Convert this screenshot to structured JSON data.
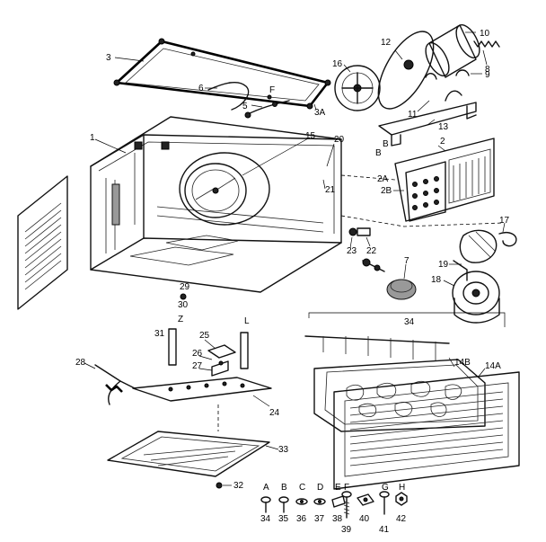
{
  "callouts": {
    "c1": "1",
    "c2": "2",
    "c2a": "2A",
    "c2b": "2B",
    "c3": "3",
    "c3a": "3A",
    "c5": "5",
    "c6": "6",
    "c7": "7",
    "c8": "8",
    "c9": "9",
    "c10": "10",
    "c11": "11",
    "c12": "12",
    "c13": "13",
    "c14a": "14A",
    "c14b": "14B",
    "c15": "15",
    "c16": "16",
    "c17": "17",
    "c18": "18",
    "c19": "19",
    "c20": "20",
    "c21": "21",
    "c22": "22",
    "c23": "23",
    "c24": "24",
    "c25": "25",
    "c26": "26",
    "c27": "27",
    "c28": "28",
    "c29": "29",
    "c30": "30",
    "c31": "31",
    "c32": "32",
    "c33": "33",
    "c34": "34",
    "cB1": "B",
    "cB2": "B",
    "cF": "F",
    "cL": "L",
    "cZ": "Z"
  },
  "hardware": [
    {
      "letter": "A",
      "number": "34"
    },
    {
      "letter": "B",
      "number": "35"
    },
    {
      "letter": "C",
      "number": "36"
    },
    {
      "letter": "D",
      "number": "37"
    },
    {
      "letter": "E",
      "number": "38"
    },
    {
      "letter": "F",
      "number": "39"
    },
    {
      "letter": "",
      "number": "40"
    },
    {
      "letter": "G",
      "number": "41"
    },
    {
      "letter": "H",
      "number": "42"
    }
  ]
}
